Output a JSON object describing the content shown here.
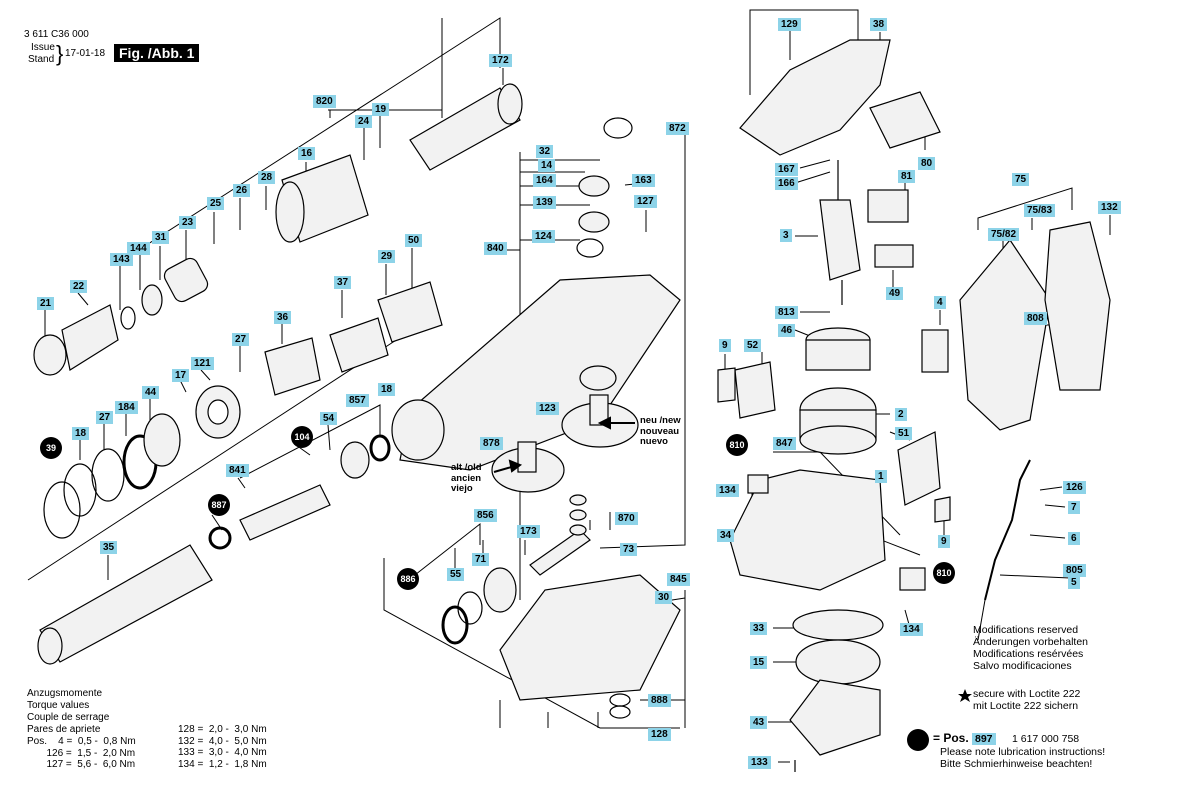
{
  "header": {
    "doc_number": "3 611 C36 000",
    "issue_label": "Issue",
    "stand_label": "Stand",
    "date": "17-01-18",
    "fig_label": "Fig. /Abb. 1"
  },
  "labels": {
    "l172": "172",
    "l820": "820",
    "l19": "19",
    "l24": "24",
    "l16": "16",
    "l28": "28",
    "l26": "26",
    "l25": "25",
    "l23": "23",
    "l31": "31",
    "l144": "144",
    "l143": "143",
    "l22": "22",
    "l21": "21",
    "l50": "50",
    "l29": "29",
    "l37": "37",
    "l36": "36",
    "l27a": "27",
    "l121": "121",
    "l17": "17",
    "l44": "44",
    "l184": "184",
    "l27b": "27",
    "l18a": "18",
    "l18b": "18",
    "l857": "857",
    "l54": "54",
    "l841": "841",
    "l35": "35",
    "l32": "32",
    "l14": "14",
    "l164": "164",
    "l139": "139",
    "l840": "840",
    "l124": "124",
    "l163": "163",
    "l127": "127",
    "l872": "872",
    "l123": "123",
    "l878": "878",
    "l856": "856",
    "l71": "71",
    "l173": "173",
    "l55": "55",
    "l870": "870",
    "l73": "73",
    "l845": "845",
    "l30": "30",
    "l888": "888",
    "l128": "128",
    "l129": "129",
    "l38": "38",
    "l167": "167",
    "l166": "166",
    "l80": "80",
    "l3": "3",
    "l81": "81",
    "l49": "49",
    "l813": "813",
    "l46": "46",
    "l9a": "9",
    "l52": "52",
    "l2": "2",
    "l847": "847",
    "l51": "51",
    "l1": "1",
    "l134a": "134",
    "l34": "34",
    "l9b": "9",
    "l33": "33",
    "l15": "15",
    "l43": "43",
    "l133": "133",
    "l134b": "134",
    "l75": "75",
    "l7583": "75/83",
    "l7582": "75/82",
    "l132": "132",
    "l4": "4",
    "l808": "808",
    "l126": "126",
    "l7": "7",
    "l6": "6",
    "l805": "805",
    "l5": "5"
  },
  "circles": {
    "c39": "39",
    "c104": "104",
    "c887": "887",
    "c886": "886",
    "c810a": "810",
    "c810b": "810"
  },
  "annotations": {
    "neu": "neu /new\nnouveau\nnuevo",
    "alt": "alt /old\nancien\nviejo",
    "mod1": "Modifications reserved",
    "mod2": "Änderungen vorbehalten",
    "mod3": "Modifications resérvées",
    "mod4": "Salvo modificaciones",
    "loctite1": "secure with Loctite 222",
    "loctite2": "mit Loctite 222 sichern",
    "pos_label": "= Pos.",
    "pos_num": "897",
    "pos_part": "1 617 000 758",
    "lub1": "Please note lubrication instructions!",
    "lub2": "Bitte Schmierhinweise beachten!"
  },
  "torque": {
    "titles": [
      "Anzugsmomente",
      "Torque values",
      "Couple de serrage",
      "Pares de apriete"
    ],
    "left": "Pos.    4 =  0,5 -  0,8 Nm\n       126 =  1,5 -  2,0 Nm\n       127 =  5,6 -  6,0 Nm",
    "right": "128 =  2,0 -  3,0 Nm\n132 =  4,0 -  5,0 Nm\n133 =  3,0 -  4,0 Nm\n134 =  1,2 -  1,8 Nm"
  }
}
